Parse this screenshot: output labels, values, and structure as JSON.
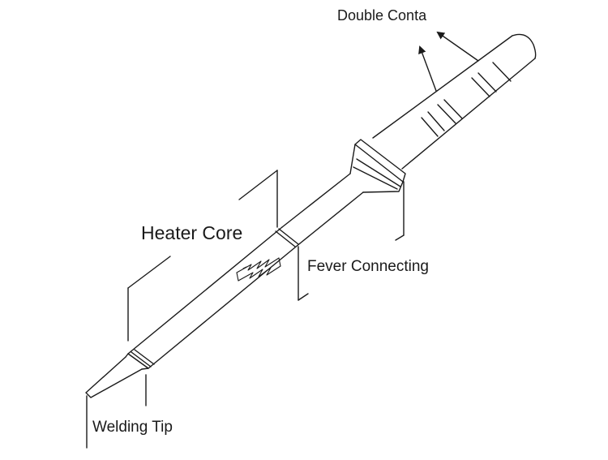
{
  "labels": {
    "double_contact": "Double Conta",
    "heater_core": "Heater Core",
    "fever_connecting": "Fever Connecting",
    "welding_tip": "Welding Tip"
  },
  "colors": {
    "line": "#1a1a1a",
    "background": "#ffffff"
  },
  "logo_icon": "brand-logo-icon"
}
